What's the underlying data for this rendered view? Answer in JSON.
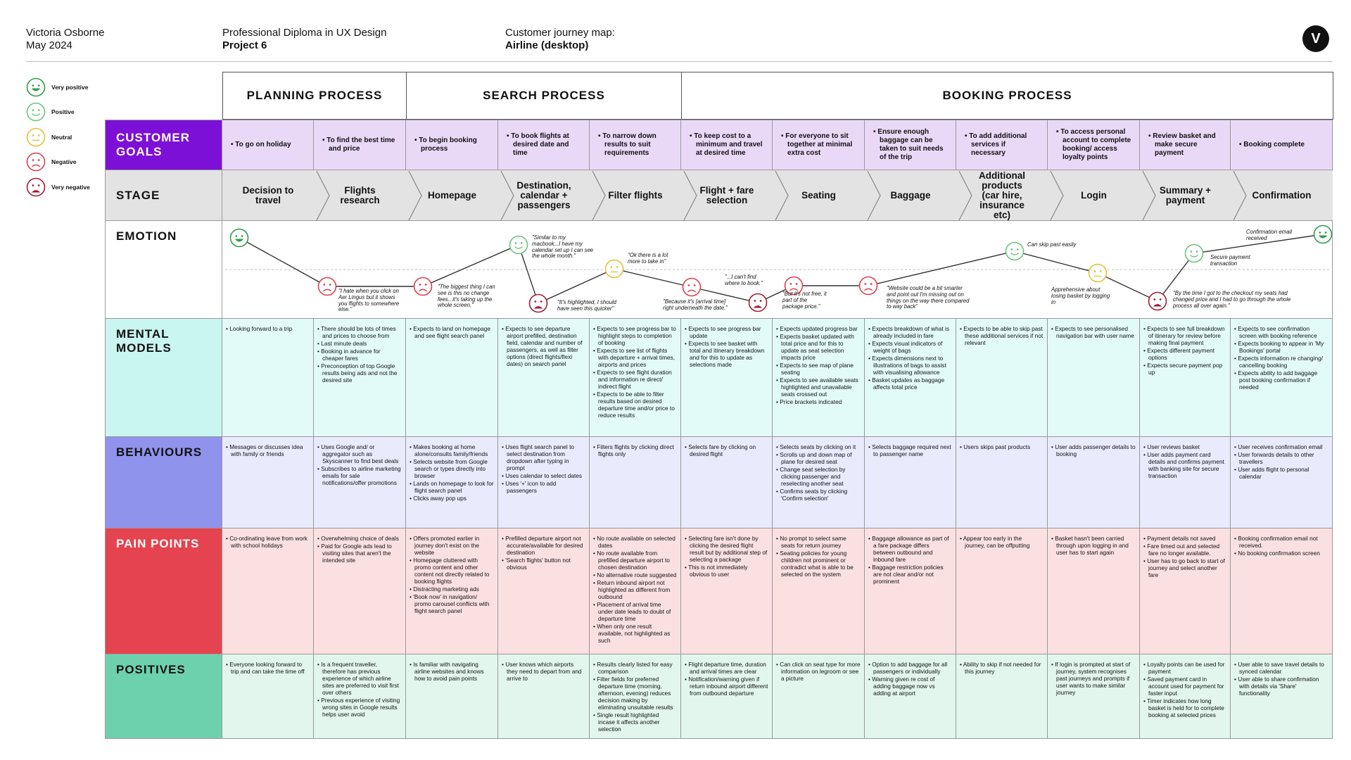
{
  "header": {
    "author": "Victoria Osborne",
    "date": "May 2024",
    "course": "Professional Diploma in UX Design",
    "project": "Project 6",
    "map_title": "Customer journey map:",
    "map_subtitle": "Airline (desktop)",
    "logo": "V"
  },
  "legend": [
    {
      "label": "Very positive",
      "icon": "very-positive-face-icon",
      "color": "#2e9e4a",
      "mood": "vp"
    },
    {
      "label": "Positive",
      "icon": "positive-face-icon",
      "color": "#6cc47a",
      "mood": "p"
    },
    {
      "label": "Neutral",
      "icon": "neutral-face-icon",
      "color": "#e3c13b",
      "mood": "n"
    },
    {
      "label": "Negative",
      "icon": "negative-face-icon",
      "color": "#d9434e",
      "mood": "neg"
    },
    {
      "label": "Very negative",
      "icon": "very-negative-face-icon",
      "color": "#a21c35",
      "mood": "vn"
    }
  ],
  "phases": [
    "PLANNING PROCESS",
    "SEARCH PROCESS",
    "BOOKING PROCESS"
  ],
  "row_labels": {
    "goals": "CUSTOMER GOALS",
    "stage": "STAGE",
    "emotion": "EMOTION",
    "mental": "MENTAL MODELS",
    "behaviours": "BEHAVIOURS",
    "pain": "PAIN POINTS",
    "positives": "POSITIVES"
  },
  "colors": {
    "goals_label": "#7d10d6",
    "goals_cell": "#e9d9f7",
    "stage_bg": "#e3e3e3",
    "mental_label": "#c9f6ef",
    "mental_cell": "#e3fbf8",
    "behaviours_label": "#8f93ec",
    "behaviours_cell": "#e9eafc",
    "pain_label": "#e5434f",
    "pain_cell": "#fbe0e2",
    "positives_label": "#6ed1ad",
    "positives_cell": "#e2f6ee"
  },
  "goals": [
    "To go on holiday",
    "To find the best time and price",
    "To begin booking process",
    "To book flights at desired date and time",
    "To narrow down results to suit requirements",
    "To keep cost to a minimum and travel at desired time",
    "For everyone to sit together at minimal extra cost",
    "Ensure enough baggage can be taken to suit needs of the trip",
    "To add additional services if necessary",
    "To access personal account to complete booking/ access loyalty points",
    "Review basket and make secure payment",
    "Booking complete"
  ],
  "stages": [
    "Decision to travel",
    "Flights research",
    "Homepage",
    "Destination, calendar + passengers",
    "Filter flights",
    "Flight + fare selection",
    "Seating",
    "Baggage",
    "Additional products (car hire, insurance etc)",
    "Login",
    "Summary + payment",
    "Confirmation"
  ],
  "emotion_points": [
    {
      "mood": "vp"
    },
    {
      "mood": "neg"
    },
    {
      "mood": "neg"
    },
    {
      "mood": "p"
    },
    {
      "mood": "vn"
    },
    {
      "mood": "n"
    },
    {
      "mood": "neg"
    },
    {
      "mood": "vn"
    },
    {
      "mood": "neg"
    },
    {
      "mood": "neg"
    },
    {
      "mood": "p"
    },
    {
      "mood": "n"
    },
    {
      "mood": "vn"
    },
    {
      "mood": "p"
    },
    {
      "mood": "vp"
    }
  ],
  "emotion_annotations": [
    "\"I hate when you click on Aer Lingus but it shows you flights to somewhere else.\"",
    "\"The biggest thing I can see is this no change fees...it's taking up the whole screen.\"",
    "\"Similar to my macbook...I have my calendar set up I can see the whole month.\"",
    "\"It's highlighted, I should have seen this quicker\"",
    "\"Ok there is a lot more to take in\"",
    "\"Because it's [arrival time] right underneath the date.\"",
    "\"...I can't find where to book.\"",
    "\"But it's not free, it part of the package price.\"",
    "\"Website could be a bit smarter and point out I'm missing out on things on the way there compared to way back\"",
    "Can skip past easily",
    "Apprehensive about losing basket by logging in",
    "\"By the time I got to the checkout my seats had changed price and I had to go through the whole process all over again.\"",
    "Secure payment transaction",
    "Confirmation email received"
  ],
  "mental": [
    [
      "Looking forward to a trip"
    ],
    [
      "There should be lots of times and prices to choose from",
      "Last minute deals",
      "Booking in advance for cheaper fares",
      "Preconception of top Google results being ads and not the desired site"
    ],
    [
      "Expects to land on homepage and see flight search panel"
    ],
    [
      "Expects to see departure airport prefilled, destination field, calendar and number of passengers, as well as filter options (direct flights/flexi dates) on search panel"
    ],
    [
      "Expects to see progress bar to highlight steps to completion of booking",
      "Expects to see list of flights with departure + arrival times, airports and prices",
      "Expects to see flight duration and information re direct/ indirect flight",
      "Expects to be able to filter results based on desired departure time and/or price to reduce results"
    ],
    [
      "Expects to see progress bar update",
      "Expects to see basket with total and itinerary breakdown and for this to update as selections made"
    ],
    [
      "Expects updated progress bar",
      "Expects basket updated with total price and for this to update as seat selection impacts price",
      "Expects to see map of plane seating",
      "Expects to see available seats highlighted and unavailable seats crossed out",
      "Price brackets indicated"
    ],
    [
      "Expects breakdown of what is already included in fare",
      "Expects visual indicators of weight of bags",
      "Expects dimensions next to illustrations of bags to assist with visualising allowance",
      "Basket updates as baggage affects total price"
    ],
    [
      "Expects to be able to skip past these additional services if not relevant"
    ],
    [
      "Expects to see personalised navigation bar with user name"
    ],
    [
      "Expects to see full breakdown of itinerary for review before making final payment",
      "Expects different payment options",
      "Expects secure payment pop up"
    ],
    [
      "Expects to see confirmation screen with booking reference",
      "Expects booking to appear in 'My Bookings' portal",
      "Expects information re changing/ cancelling booking",
      "Expects ability to add baggage post booking confirmation if needed"
    ]
  ],
  "behaviours": [
    [
      "Messages or discusses idea with family or friends"
    ],
    [
      "Uses Google and/ or aggregator such as Skyscanner to find best deals",
      "Subscribes to airline marketing emails for sale notifications/offer promotions"
    ],
    [
      "Makes booking at home alone/consults family/friends",
      "Selects website from Google search or types directly into browser",
      "Lands on homepage to look for flight search panel",
      "Clicks away pop ups"
    ],
    [
      "Uses flight search panel to select destination from dropdown after typing in prompt",
      "Uses calendar to select dates",
      "Uses '+' icon to add passengers"
    ],
    [
      "Filters flights by clicking direct flights only"
    ],
    [
      "Selects fare by clicking on desired flight"
    ],
    [
      "Selects seats by clicking on it",
      "Scrolls up and down map of plane for desired seat",
      "Change seat selection by clicking passenger and reselecting another seat",
      "Confirms seats by clicking 'Confirm selection'"
    ],
    [
      "Selects baggage required next to passenger name"
    ],
    [
      "Users skips past products"
    ],
    [
      "User adds passenger details to booking"
    ],
    [
      "User reviews basket",
      "User adds payment card details and confirms payment with banking site for secure transaction"
    ],
    [
      "User receives confirmation email",
      "User forwards details to other travellers",
      "User adds flight to personal calendar"
    ]
  ],
  "pain": [
    [
      "Co-ordinating leave from work with school holidays"
    ],
    [
      "Overwhelming choice of deals",
      "Paid for Google ads lead to visiting sites that aren't the intended site"
    ],
    [
      "Offers promoted earlier in journey don't exist on the website",
      "Homepage cluttered with promo content and other content not directly related to booking flights",
      "Distracting marketing ads",
      "'Book now' in navigation/ promo carousel conflicts with flight search panel"
    ],
    [
      "Prefilled departure airport not accurate/available for desired destination",
      "'Search flights' button not obvious"
    ],
    [
      "No route available on selected dates",
      "No route available from prefilled departure airport to chosen destination",
      "No alternative route suggested",
      "Return inbound airport not highlighted as different from outbound",
      "Placement of arrival time under date leads to doubt of departure time",
      "When only one result available, not highlighted as such"
    ],
    [
      "Selecting fare isn't done by clicking the desired flight result but by additional step of selecting a package",
      "This is not immediately obvious to user"
    ],
    [
      "No prompt to select same seats for return journey",
      "Seating policies for young children not prominent or contradict what is able to be selected on the system"
    ],
    [
      "Baggage allowance as part of a fare package differs between outbound and inbound fare",
      "Baggage restriction policies are not clear and/or not prominent"
    ],
    [
      "Appear too early in the journey, can be offputting"
    ],
    [
      "Basket hasn't been carried through upon logging in and user has to start again"
    ],
    [
      "Payment details not saved",
      "Fare timed out and selected fare no longer available.",
      "User has to go back to start of journey and select another fare"
    ],
    [
      "Booking confirmation email not received.",
      "No booking confirmation screen"
    ]
  ],
  "positives": [
    [
      "Everyone looking forward to trip and can take the time off"
    ],
    [
      "Is a frequent traveller, therefore has previous experience of which airline sites are preferred to visit first over others",
      "Previous experience of visiting wrong sites in Google results helps user avoid"
    ],
    [
      "Is familiar with navigating airline websites and knows how to avoid pain points"
    ],
    [
      "User knows which airports they need to depart from and arrive to"
    ],
    [
      "Results clearly listed for easy comparison",
      "Filter fields for preferred departure time (morning, afternoon, evening) reduces decision making by eliminating unsuitable results",
      "Single result highlighted incase it affects another selection"
    ],
    [
      "Flight departure time, duration and arrival times are clear",
      "Notification/warning given if return inbound airport different from outbound departure"
    ],
    [
      "Can click on seat type for more information on legroom or see a picture"
    ],
    [
      "Option to add baggage for all passengers or individually",
      "Warning given re cost of adding baggage now vs adding at airport"
    ],
    [
      "Ability to skip if not needed for this journey"
    ],
    [
      "If login is prompted at start of journey, system recognises past journeys and prompts if user wants to make similar journey"
    ],
    [
      "Loyalty points can be used for payment",
      "Saved payment card in account used for payment for faster input",
      "Timer indicates how long basket is held for to complete booking at selected prices"
    ],
    [
      "User able to save travel details to synced calendar",
      "User able to share confirmation with details via 'Share' functionality"
    ]
  ]
}
